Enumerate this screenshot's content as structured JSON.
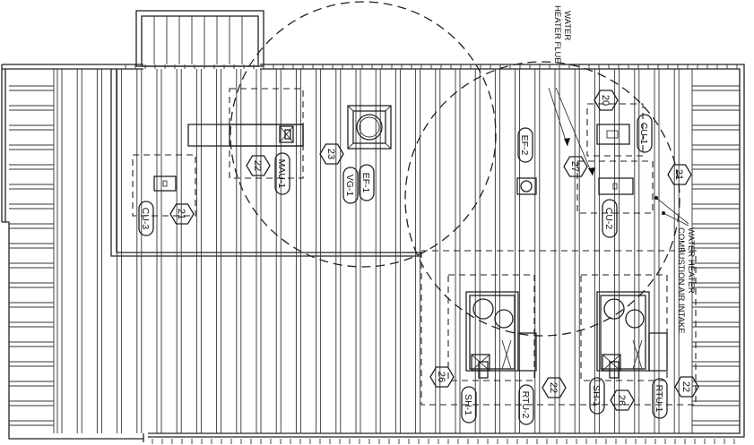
{
  "plan": {
    "equipment_tags": {
      "cu3": "CU-3",
      "mau1": "MAU-1",
      "vg1": "VG-1",
      "ef1": "EF-1",
      "ef2": "EF-2",
      "cu1": "CU-1",
      "cu2": "CU-2",
      "sh1_left": "SH-1",
      "rtu2": "RTU-2",
      "sh1_right": "SH-1",
      "rtu1": "RTU-1"
    },
    "keynotes": {
      "k21_left": "21",
      "k22_mau": "22",
      "k23": "23",
      "k20": "20",
      "k27": "27",
      "k21_right": "21",
      "k26_left": "26",
      "k22_rtu2": "22",
      "k26_right": "26",
      "k22_rtu1": "22"
    },
    "notes": {
      "water_heater_flue_line1": "WATER",
      "water_heater_flue_line2": "HEATER FLUE",
      "combustion_intake_line1": "WATER HEATER",
      "combustion_intake_line2": "COMBUSTION AIR INTAKE"
    }
  }
}
